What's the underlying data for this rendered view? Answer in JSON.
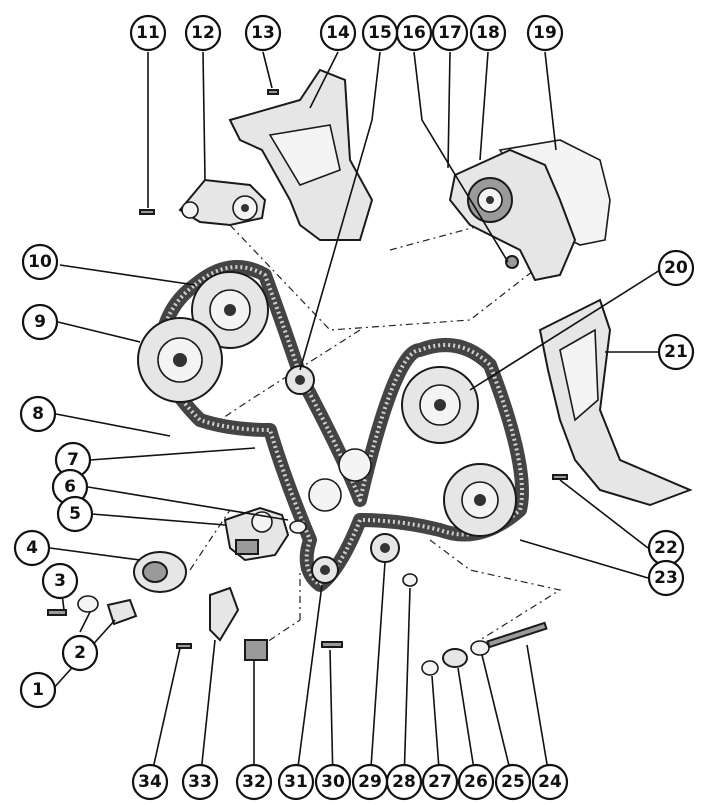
{
  "colors": {
    "ink": "#111111",
    "part": "#e6e6e6",
    "belt": "#444444"
  },
  "callouts": [
    {
      "label": "1"
    },
    {
      "label": "2"
    },
    {
      "label": "3"
    },
    {
      "label": "4"
    },
    {
      "label": "5"
    },
    {
      "label": "6"
    },
    {
      "label": "7"
    },
    {
      "label": "8"
    },
    {
      "label": "9"
    },
    {
      "label": "10"
    },
    {
      "label": "11"
    },
    {
      "label": "12"
    },
    {
      "label": "13"
    },
    {
      "label": "14"
    },
    {
      "label": "15"
    },
    {
      "label": "16"
    },
    {
      "label": "17"
    },
    {
      "label": "18"
    },
    {
      "label": "19"
    },
    {
      "label": "20"
    },
    {
      "label": "21"
    },
    {
      "label": "22"
    },
    {
      "label": "23"
    },
    {
      "label": "24"
    },
    {
      "label": "25"
    },
    {
      "label": "26"
    },
    {
      "label": "27"
    },
    {
      "label": "28"
    },
    {
      "label": "29"
    },
    {
      "label": "30"
    },
    {
      "label": "31"
    },
    {
      "label": "32"
    },
    {
      "label": "33"
    },
    {
      "label": "34"
    }
  ]
}
